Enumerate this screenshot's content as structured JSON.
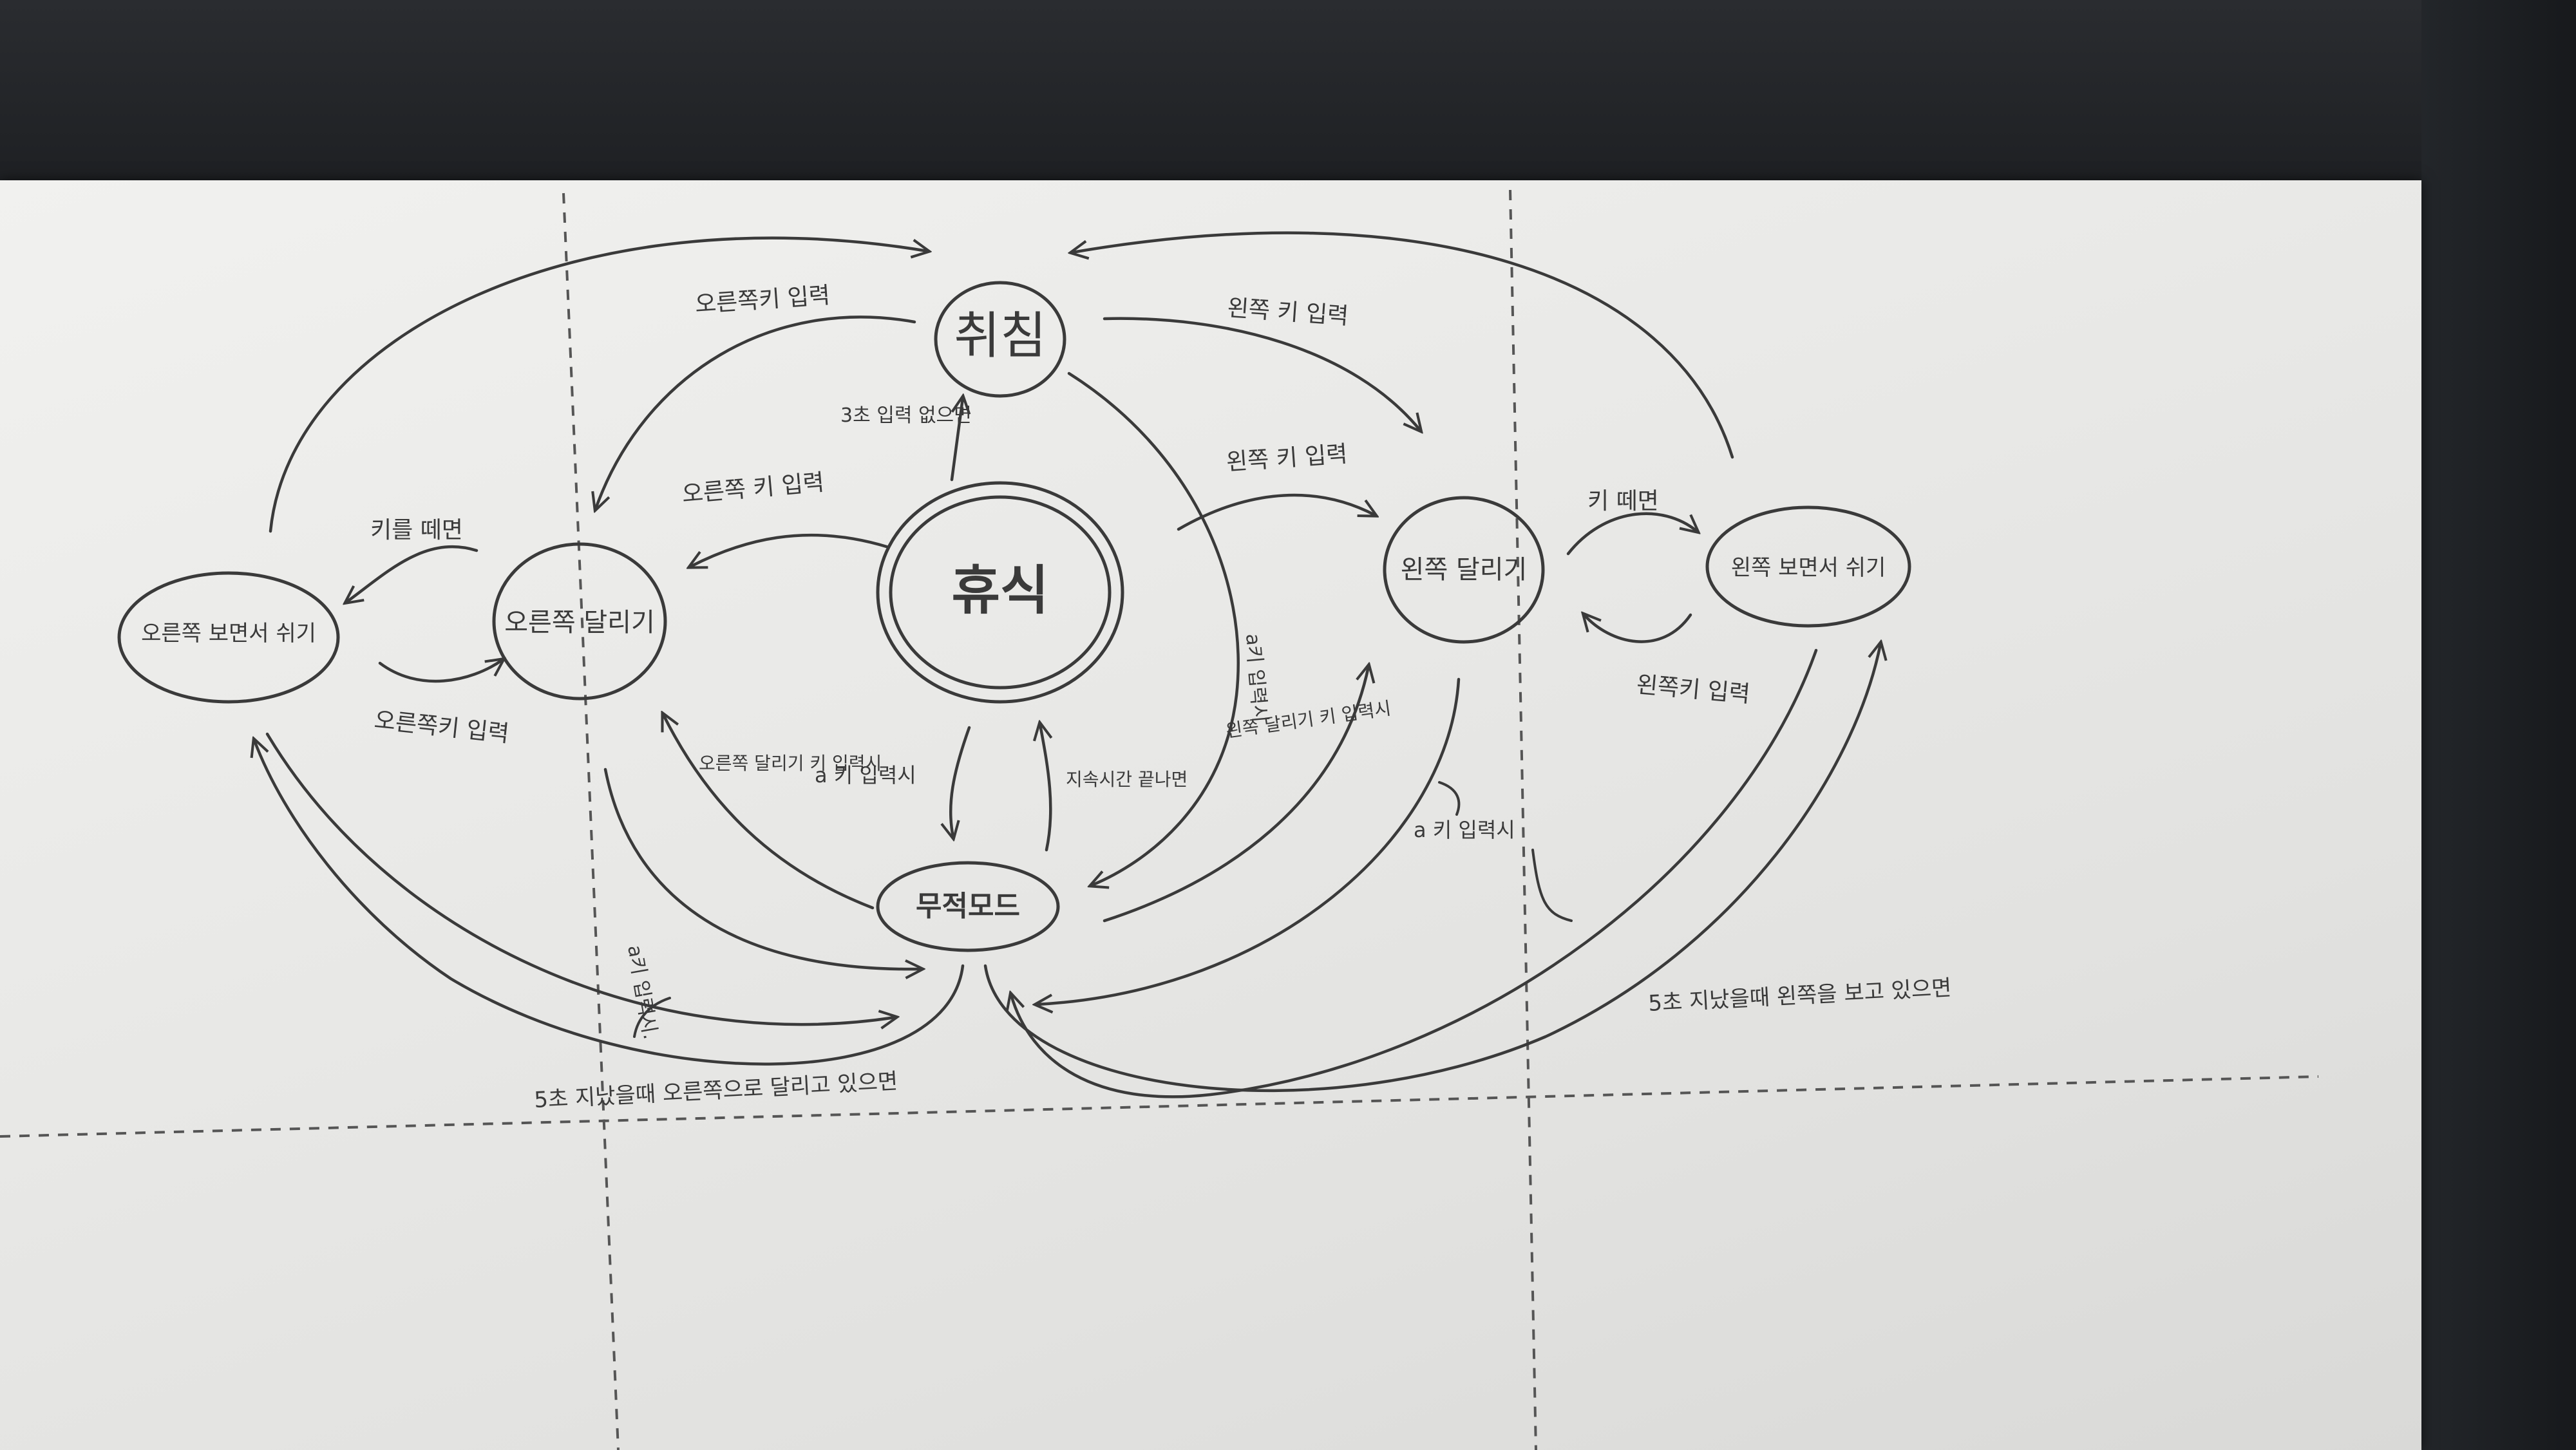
{
  "colors": {
    "ink": "#3a3a3a",
    "paper": "#ececea",
    "desk": "#1f2124"
  },
  "states": {
    "attack": "취침",
    "idle": "휴식",
    "right_run": "오른쪽 달리기",
    "right_face_rest": "오른쪽 보면서 쉬기",
    "left_run": "왼쪽 달리기",
    "left_face_rest": "왼쪽 보면서 쉬기",
    "invincible": "무적모드"
  },
  "labels": {
    "right_key_top": "오른쪽키 입력",
    "left_key_top": "왼쪽 키 입력",
    "no_input_3s": "3초 입력 없으면",
    "right_key_mid": "오른쪽 키 입력",
    "left_key_mid": "왼쪽 키 입력",
    "key_release_left": "키를 떼면",
    "right_key_bottom": "오른쪽키 입력",
    "key_release_right": "키 떼면",
    "left_key_bottom": "왼쪽키 입력",
    "a_key_right_run": "오른쪽 달리기 키 입력시",
    "a_key_idle": "a 키 입력시",
    "invincible_end": "지속시간 끝나면",
    "a_key_attack": "a키 입력시",
    "a_key_left_run": "왼쪽 달리기 키 입력시",
    "a_key_left": "a 키 입력시",
    "a_key_bottom_left": "a키 입력시.",
    "timeout_right": "5초 지났을때 오른쪽으로 달리고 있으면",
    "timeout_left": "5초 지났을때 왼쪽을 보고 있으면"
  }
}
